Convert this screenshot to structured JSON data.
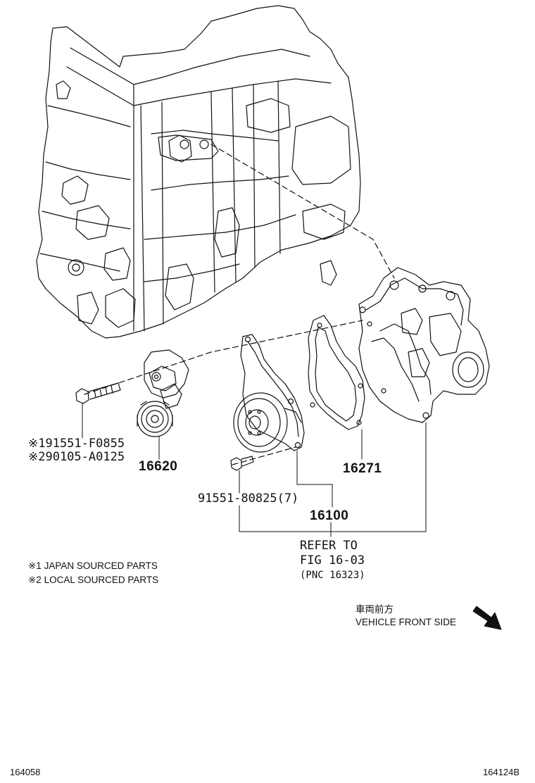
{
  "parts": {
    "tensioner_bolt_1": "※191551-F0855",
    "tensioner_bolt_2": "※290105-A0125",
    "tensioner": "16620",
    "gasket": "16271",
    "water_pump_bolt": "91551-80825(7)",
    "water_pump": "16100"
  },
  "refer": {
    "line1": "REFER TO",
    "line2": "FIG 16-03",
    "line3": "(PNC 16323)"
  },
  "notes": {
    "note1": "※1 JAPAN SOURCED PARTS",
    "note2": "※2 LOCAL SOURCED PARTS"
  },
  "direction": {
    "japanese": "車両前方",
    "english": "VEHICLE FRONT SIDE"
  },
  "codes": {
    "left": "164058",
    "right": "164124B"
  },
  "colors": {
    "ink": "#111111",
    "background": "#ffffff"
  }
}
